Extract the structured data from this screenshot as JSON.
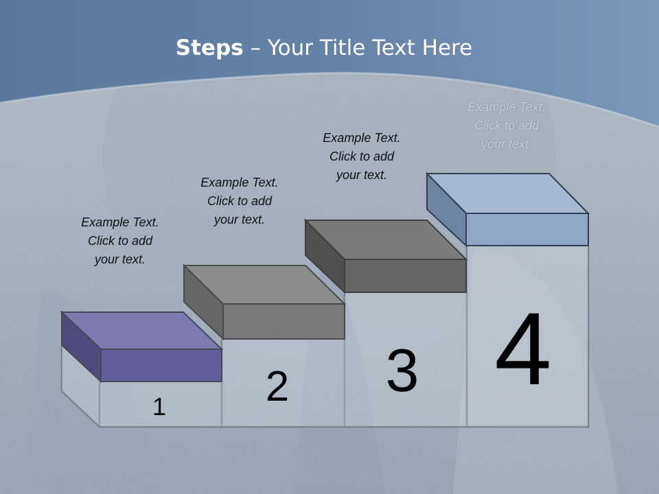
{
  "slide": {
    "title_bold": "Steps",
    "title_rest": " – Your Title Text Here",
    "steps": [
      {
        "number": "1",
        "line1": "Example Text.",
        "line2": "Click  to add",
        "line3": "your text."
      },
      {
        "number": "2",
        "line1": "Example Text.",
        "line2": "Click  to add",
        "line3": "your text."
      },
      {
        "number": "3",
        "line1": "Example Text.",
        "line2": "Click  to add",
        "line3": "your text."
      },
      {
        "number": "4",
        "line1": "Example Text.",
        "line2": "Click  to add",
        "line3": "your text."
      }
    ]
  },
  "colors": {
    "header_blue": "#5f7fa3",
    "step1_block": "#635f9b",
    "step2_block": "#7a7a7a",
    "step3_block": "#666666",
    "step4_block": "#8fa6c4"
  }
}
